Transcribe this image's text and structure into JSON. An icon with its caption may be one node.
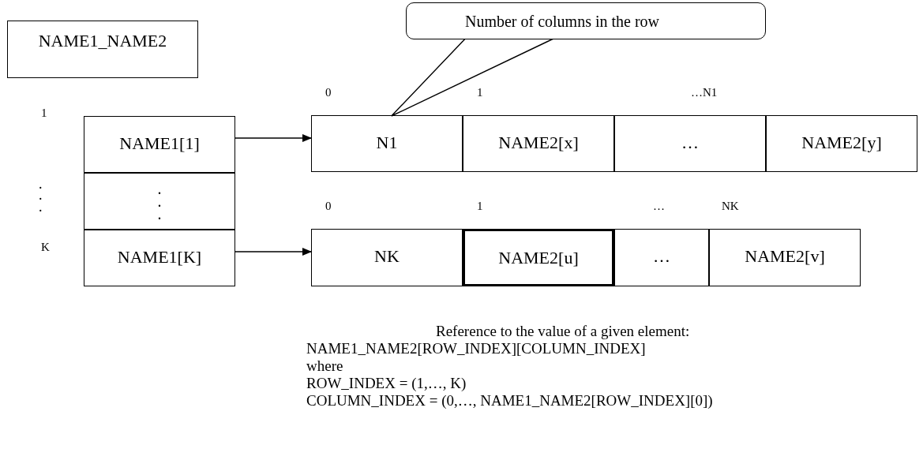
{
  "diagram": {
    "nodes": [
      {
        "text": [
          "NAME1_NAME2"
        ]
      },
      {
        "text": [
          "NAME1[1]"
        ]
      },
      {
        "text": [
          "..."
        ]
      },
      {
        "text": [
          "NAME1[K]"
        ]
      },
      {
        "text": [
          "N1"
        ]
      },
      {
        "text": [
          "NAME2[x]"
        ]
      },
      {
        "text": [
          "…"
        ]
      },
      {
        "text": [
          "NAME2[y]"
        ]
      },
      {
        "text": [
          "NK"
        ]
      },
      {
        "text": [
          "NAME2[u]"
        ]
      },
      {
        "text": [
          "…"
        ]
      },
      {
        "text": [
          "NAME2[v]"
        ]
      },
      {
        "text": [
          "Number of columns in the row"
        ]
      }
    ],
    "edges": [
      {
        "from": 1,
        "to": 4,
        "arrow": "to"
      },
      {
        "from": 3,
        "to": 8,
        "arrow": "to"
      },
      {
        "from": 12,
        "to": 4,
        "arrow": "none"
      }
    ],
    "labels": [
      "1",
      "...",
      "K",
      "0",
      "1",
      "…N1",
      "0",
      "1",
      "…",
      "NK",
      "Reference to the value of a given element:",
      "NAME1_NAME2[ROW_INDEX][COLUMN_INDEX]",
      "where",
      "ROW_INDEX = (1,…, K)",
      "COLUMN_INDEX = (0,…, NAME1_NAME2[ROW_INDEX][0])"
    ]
  }
}
